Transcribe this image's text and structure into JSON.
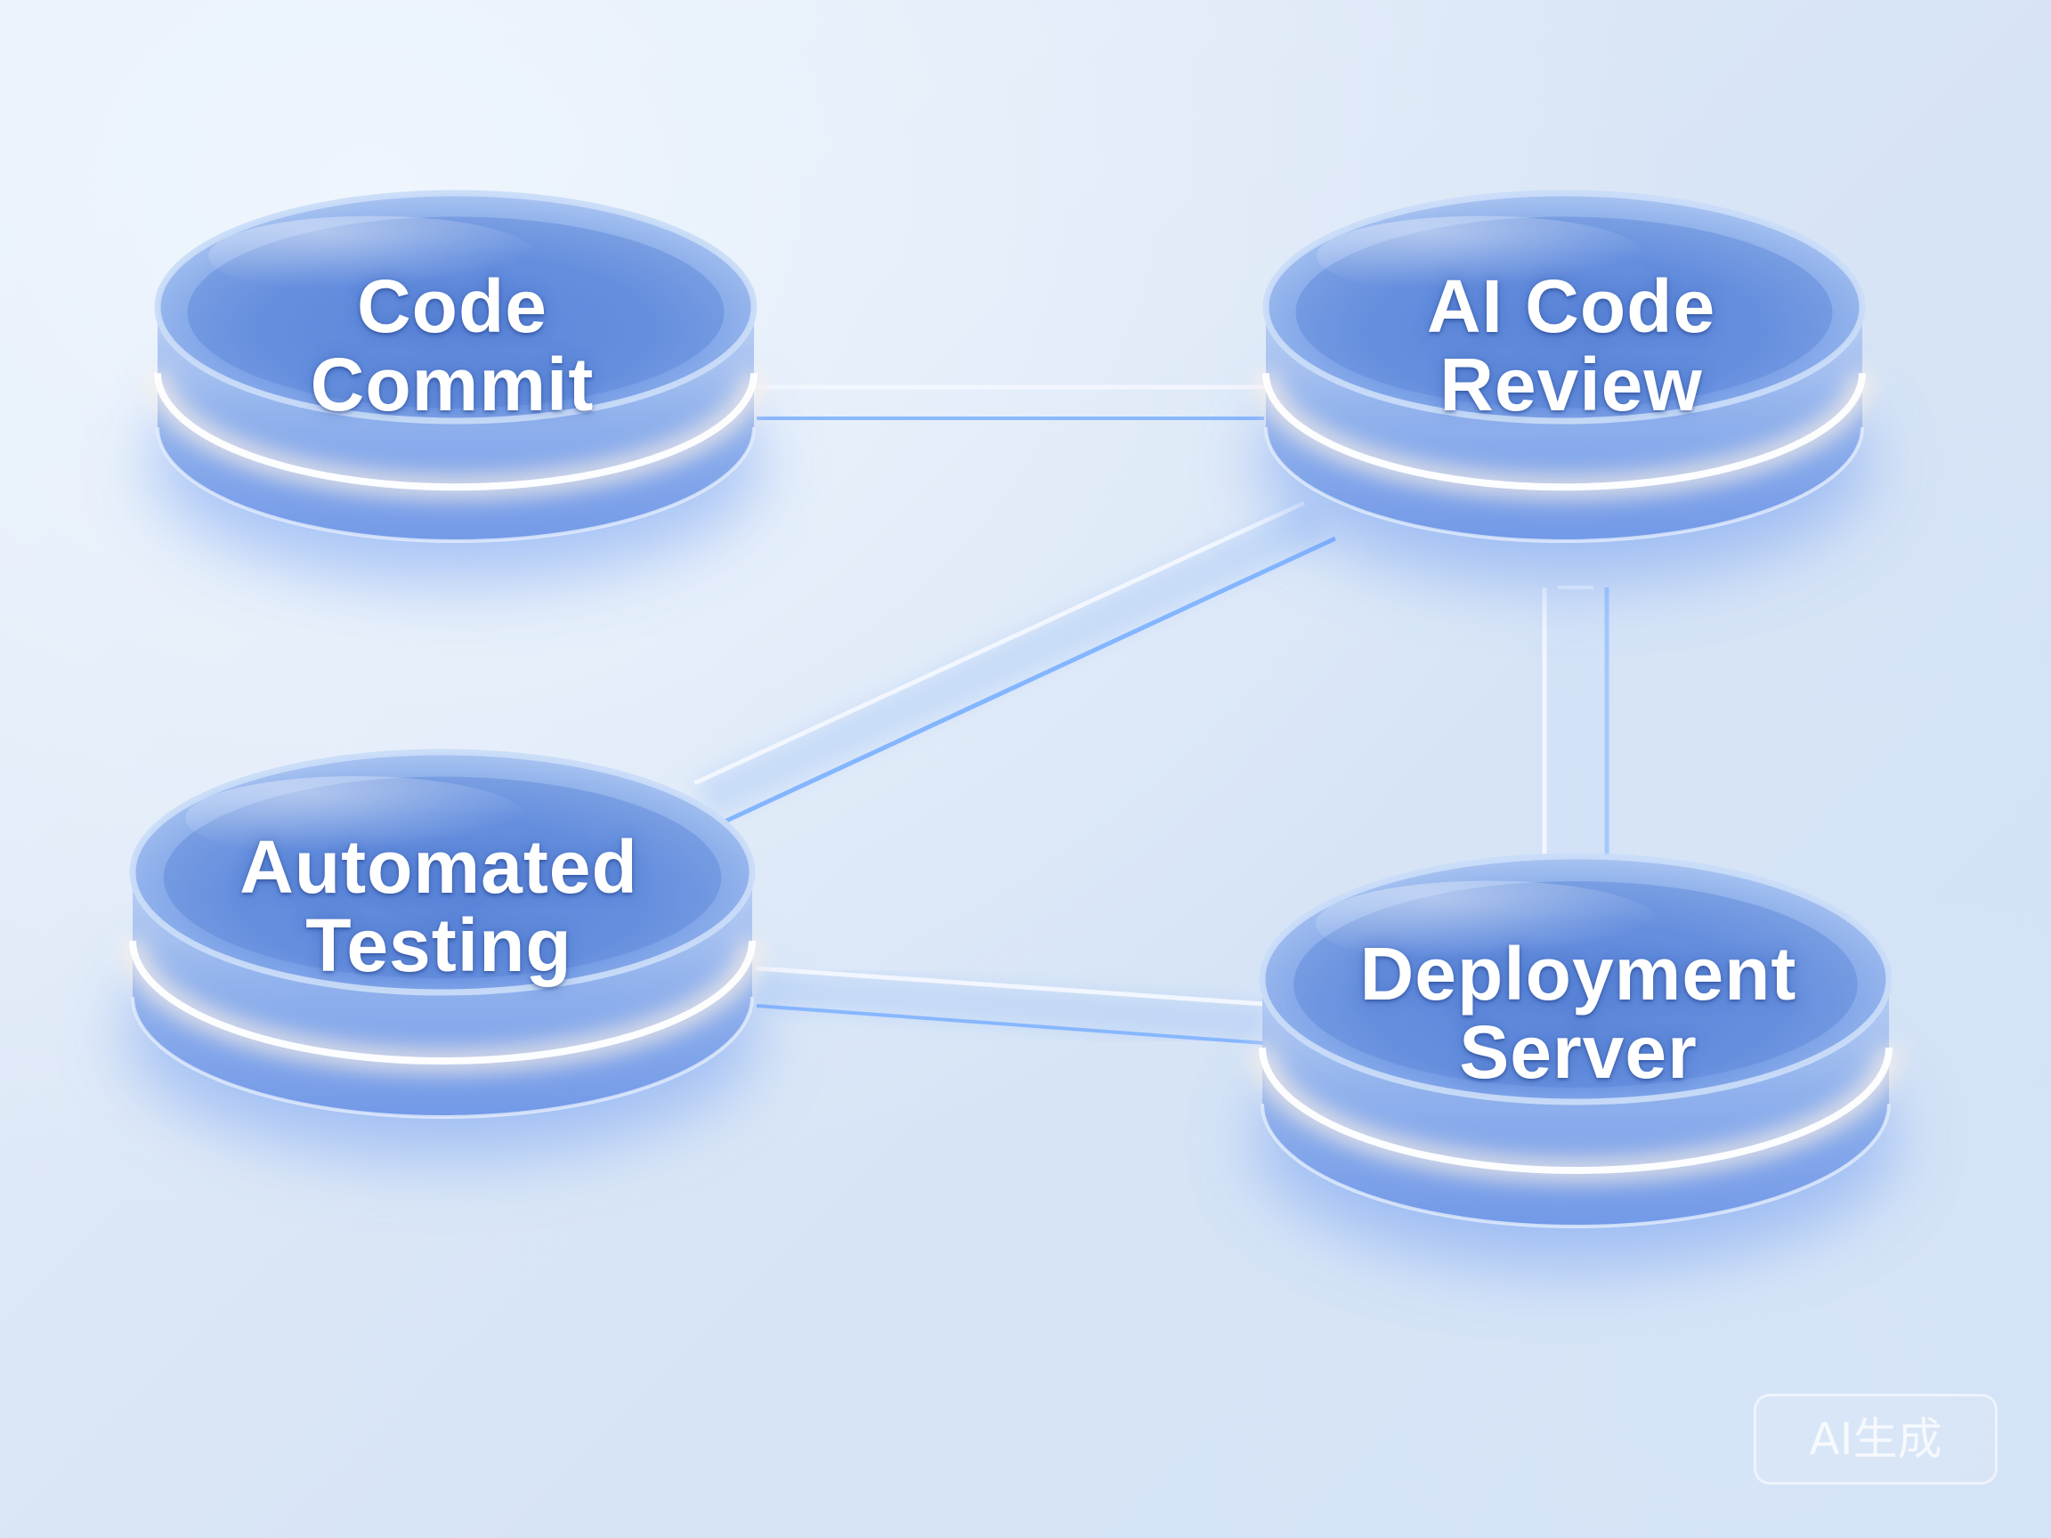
{
  "nodes": {
    "code_commit": {
      "line1": "Code",
      "line2": "Commit"
    },
    "ai_code_review": {
      "line1": "AI Code",
      "line2": "Review"
    },
    "automated_testing": {
      "line1": "Automated",
      "line2": "Testing"
    },
    "deployment_server": {
      "line1": "Deployment",
      "line2": "Server"
    }
  },
  "connections": [
    {
      "from": "Code Commit",
      "to": "AI Code Review"
    },
    {
      "from": "AI Code Review",
      "to": "Automated Testing"
    },
    {
      "from": "AI Code Review",
      "to": "Deployment Server"
    },
    {
      "from": "Automated Testing",
      "to": "Deployment Server"
    }
  ],
  "watermark": "AI生成",
  "colors": {
    "background": "#dbe7f6",
    "disc_glass": "#6f9ce8",
    "disc_rim": "#c9dcf8",
    "glow_ring": "#fff3e6",
    "accent_glow": "#5b8ff0",
    "label_text": "#ffffff"
  }
}
